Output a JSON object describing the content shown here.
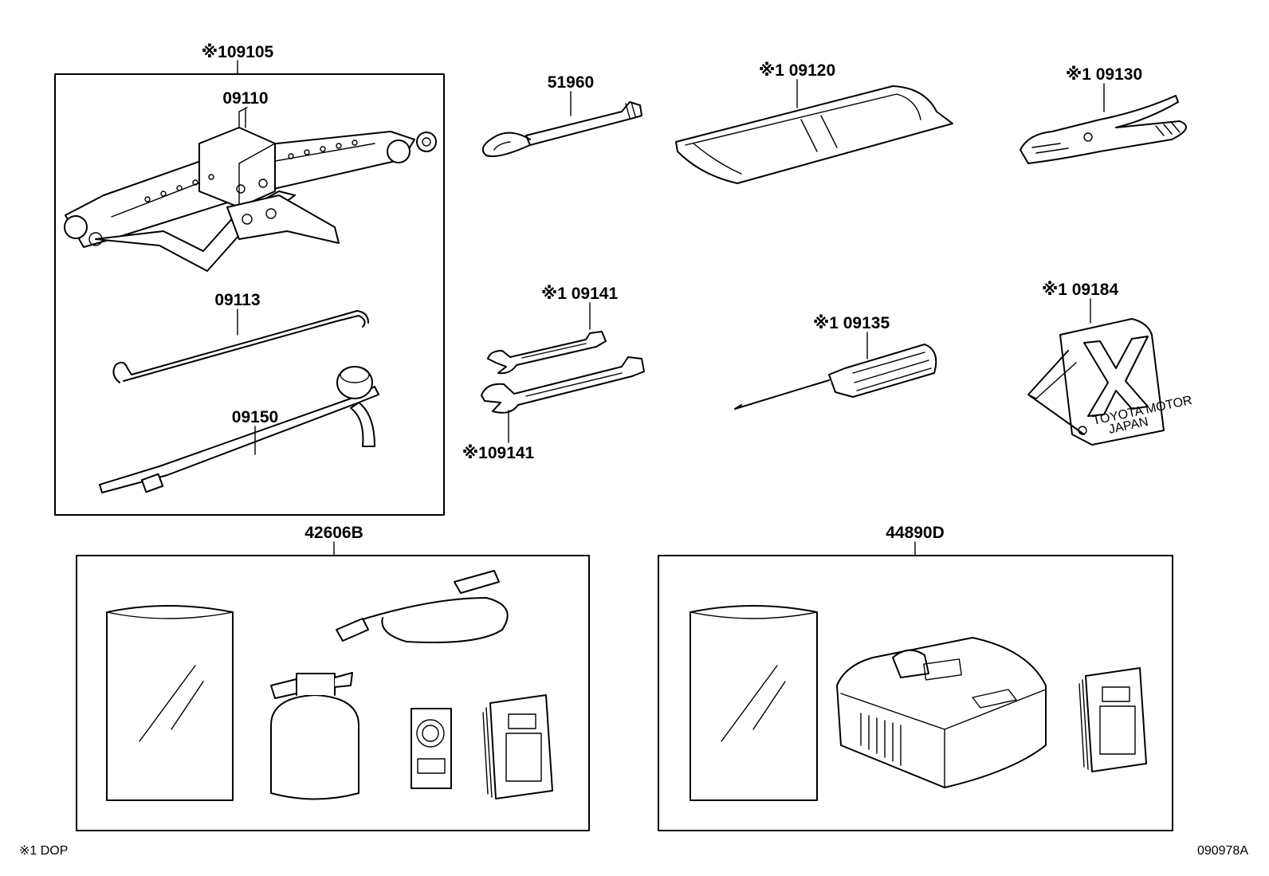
{
  "parts": {
    "jack_kit": "※109105",
    "jack": "09110",
    "jack_handle": "09113",
    "wheel_wrench": "09150",
    "towing_eyelet": "51960",
    "tool_bag": "※1 09120",
    "pliers": "※1 09130",
    "wrench_upper": "※1 09141",
    "wrench_lower": "※109141",
    "screwdriver": "※1 09135",
    "warning_triangle": "※1 09184",
    "repair_kit_a": "42606B",
    "repair_kit_b": "44890D"
  },
  "triangle_text": {
    "line1": "TOYOTA MOTOR",
    "line2": "JAPAN"
  },
  "footer": {
    "note": "※1 DOP",
    "diagram_code": "090978A"
  }
}
